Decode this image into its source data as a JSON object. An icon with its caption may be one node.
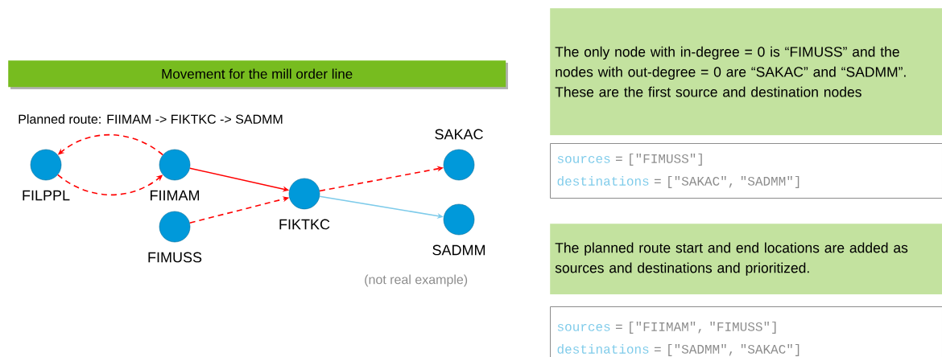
{
  "diagram": {
    "nodes": [
      {
        "text": [
          "Movement for the mill order line"
        ]
      },
      {
        "text": [
          "FILPPL"
        ]
      },
      {
        "text": [
          "FIIMAM"
        ]
      },
      {
        "text": [
          "FIMUSS"
        ]
      },
      {
        "text": [
          "FIKTKC"
        ]
      },
      {
        "text": [
          "SAKAC"
        ]
      },
      {
        "text": [
          "SADMM"
        ]
      },
      {
        "text": [
          "The only node with in-degree = 0 is “FIMUSS” and the nodes with out-degree = 0 are “SAKAC” and “SADMM”.",
          "These are the first source and destination nodes"
        ]
      },
      {
        "text": [
          "sources",
          "= [\"FIMUSS\"]",
          "destinations",
          "= [\"SAKAC\", \"SADMM\"]"
        ]
      },
      {
        "text": [
          "The planned route start and end locations are added as sources and destinations and prioritized."
        ]
      },
      {
        "text": [
          "sources",
          "= [\"FIIMAM\", \"FIMUSS\"]",
          "destinations",
          "= [\"SADMM\", \"SAKAC\"]"
        ]
      }
    ],
    "edges": [
      {
        "from": 2,
        "to": 1,
        "arrow": "to",
        "style": "dashed"
      },
      {
        "from": 1,
        "to": 2,
        "arrow": "to",
        "style": "dashed"
      },
      {
        "from": 2,
        "to": 4,
        "arrow": "to"
      },
      {
        "from": 3,
        "to": 4,
        "arrow": "to",
        "style": "dashed"
      },
      {
        "from": 4,
        "to": 5,
        "arrow": "to",
        "style": "dashed"
      },
      {
        "from": 4,
        "to": 6,
        "arrow": "to",
        "color": "#7ecbea"
      }
    ],
    "labels": [
      "Planned route: FIIMAM -> FIKTKC -> SADMM",
      "(not real example)"
    ]
  }
}
